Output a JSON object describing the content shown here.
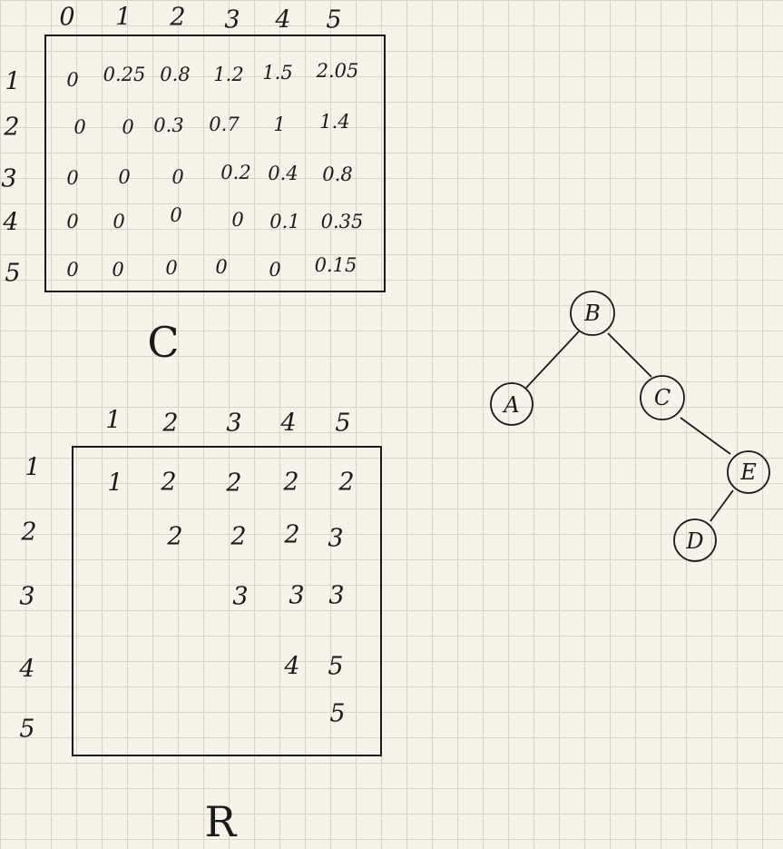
{
  "c_table": {
    "col_headers": [
      "0",
      "1",
      "2",
      "3",
      "4",
      "5"
    ],
    "row_headers": [
      "1",
      "2",
      "3",
      "4",
      "5"
    ],
    "rows": [
      [
        "0",
        "0.25",
        "0.8",
        "1.2",
        "1.5",
        "2.05"
      ],
      [
        "0",
        "0",
        "0.3",
        "0.7",
        "1",
        "1.4"
      ],
      [
        "0",
        "0",
        "0",
        "0.2",
        "0.4",
        "0.8"
      ],
      [
        "0",
        "0",
        "0",
        "0",
        "0.1",
        "0.35"
      ],
      [
        "0",
        "0",
        "0",
        "0",
        "0",
        "0.15"
      ]
    ],
    "caption": "C"
  },
  "r_table": {
    "col_headers": [
      "1",
      "2",
      "3",
      "4",
      "5"
    ],
    "row_headers": [
      "1",
      "2",
      "3",
      "4",
      "5"
    ],
    "rows": [
      [
        "1",
        "2",
        "2",
        "2",
        "2"
      ],
      [
        "",
        "2",
        "2",
        "2",
        "3"
      ],
      [
        "",
        "",
        "3",
        "3",
        "3"
      ],
      [
        "",
        "",
        "",
        "4",
        "5"
      ],
      [
        "",
        "",
        "",
        "",
        "5"
      ]
    ],
    "caption": "R"
  },
  "tree": {
    "nodes": [
      {
        "id": "B",
        "label": "B"
      },
      {
        "id": "A",
        "label": "A"
      },
      {
        "id": "C",
        "label": "C"
      },
      {
        "id": "E",
        "label": "E"
      },
      {
        "id": "D",
        "label": "D"
      }
    ],
    "edges": [
      [
        "B",
        "A"
      ],
      [
        "B",
        "C"
      ],
      [
        "C",
        "E"
      ],
      [
        "E",
        "D"
      ]
    ]
  }
}
